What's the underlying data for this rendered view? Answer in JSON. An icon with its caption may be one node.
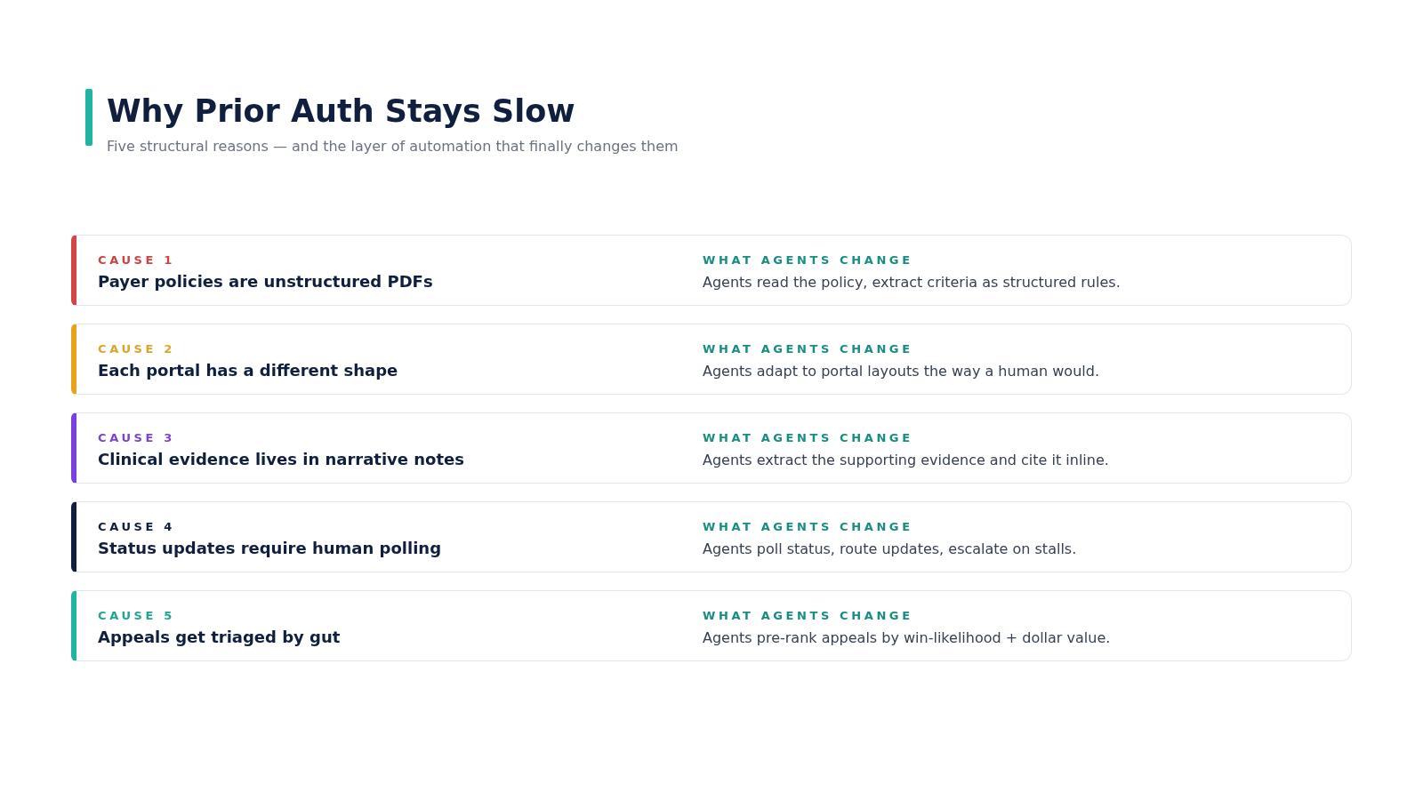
{
  "diagram": {
    "title": "Why Prior Auth Stays Slow",
    "nodes": [
      {
        "text": [
          "CAUSE 1",
          "Payer policies are unstructured PDFs",
          "WHAT AGENTS CHANGE",
          "Agents read the policy, extract criteria as structured rules."
        ]
      },
      {
        "text": [
          "CAUSE 2",
          "Each portal has a different shape",
          "WHAT AGENTS CHANGE",
          "Agents adapt to portal layouts the way a human would."
        ]
      },
      {
        "text": [
          "CAUSE 3",
          "Clinical evidence lives in narrative notes",
          "WHAT AGENTS CHANGE",
          "Agents extract the supporting evidence and cite it inline."
        ]
      },
      {
        "text": [
          "CAUSE 4",
          "Status updates require human polling",
          "WHAT AGENTS CHANGE",
          "Agents poll status, route updates, escalate on stalls."
        ]
      },
      {
        "text": [
          "CAUSE 5",
          "Appeals get triaged by gut",
          "WHAT AGENTS CHANGE",
          "Agents pre-rank appeals by win-likelihood + dollar value."
        ]
      }
    ],
    "edges": [],
    "labels": [
      "Five structural reasons — and the layer of automation that finally changes them"
    ]
  }
}
